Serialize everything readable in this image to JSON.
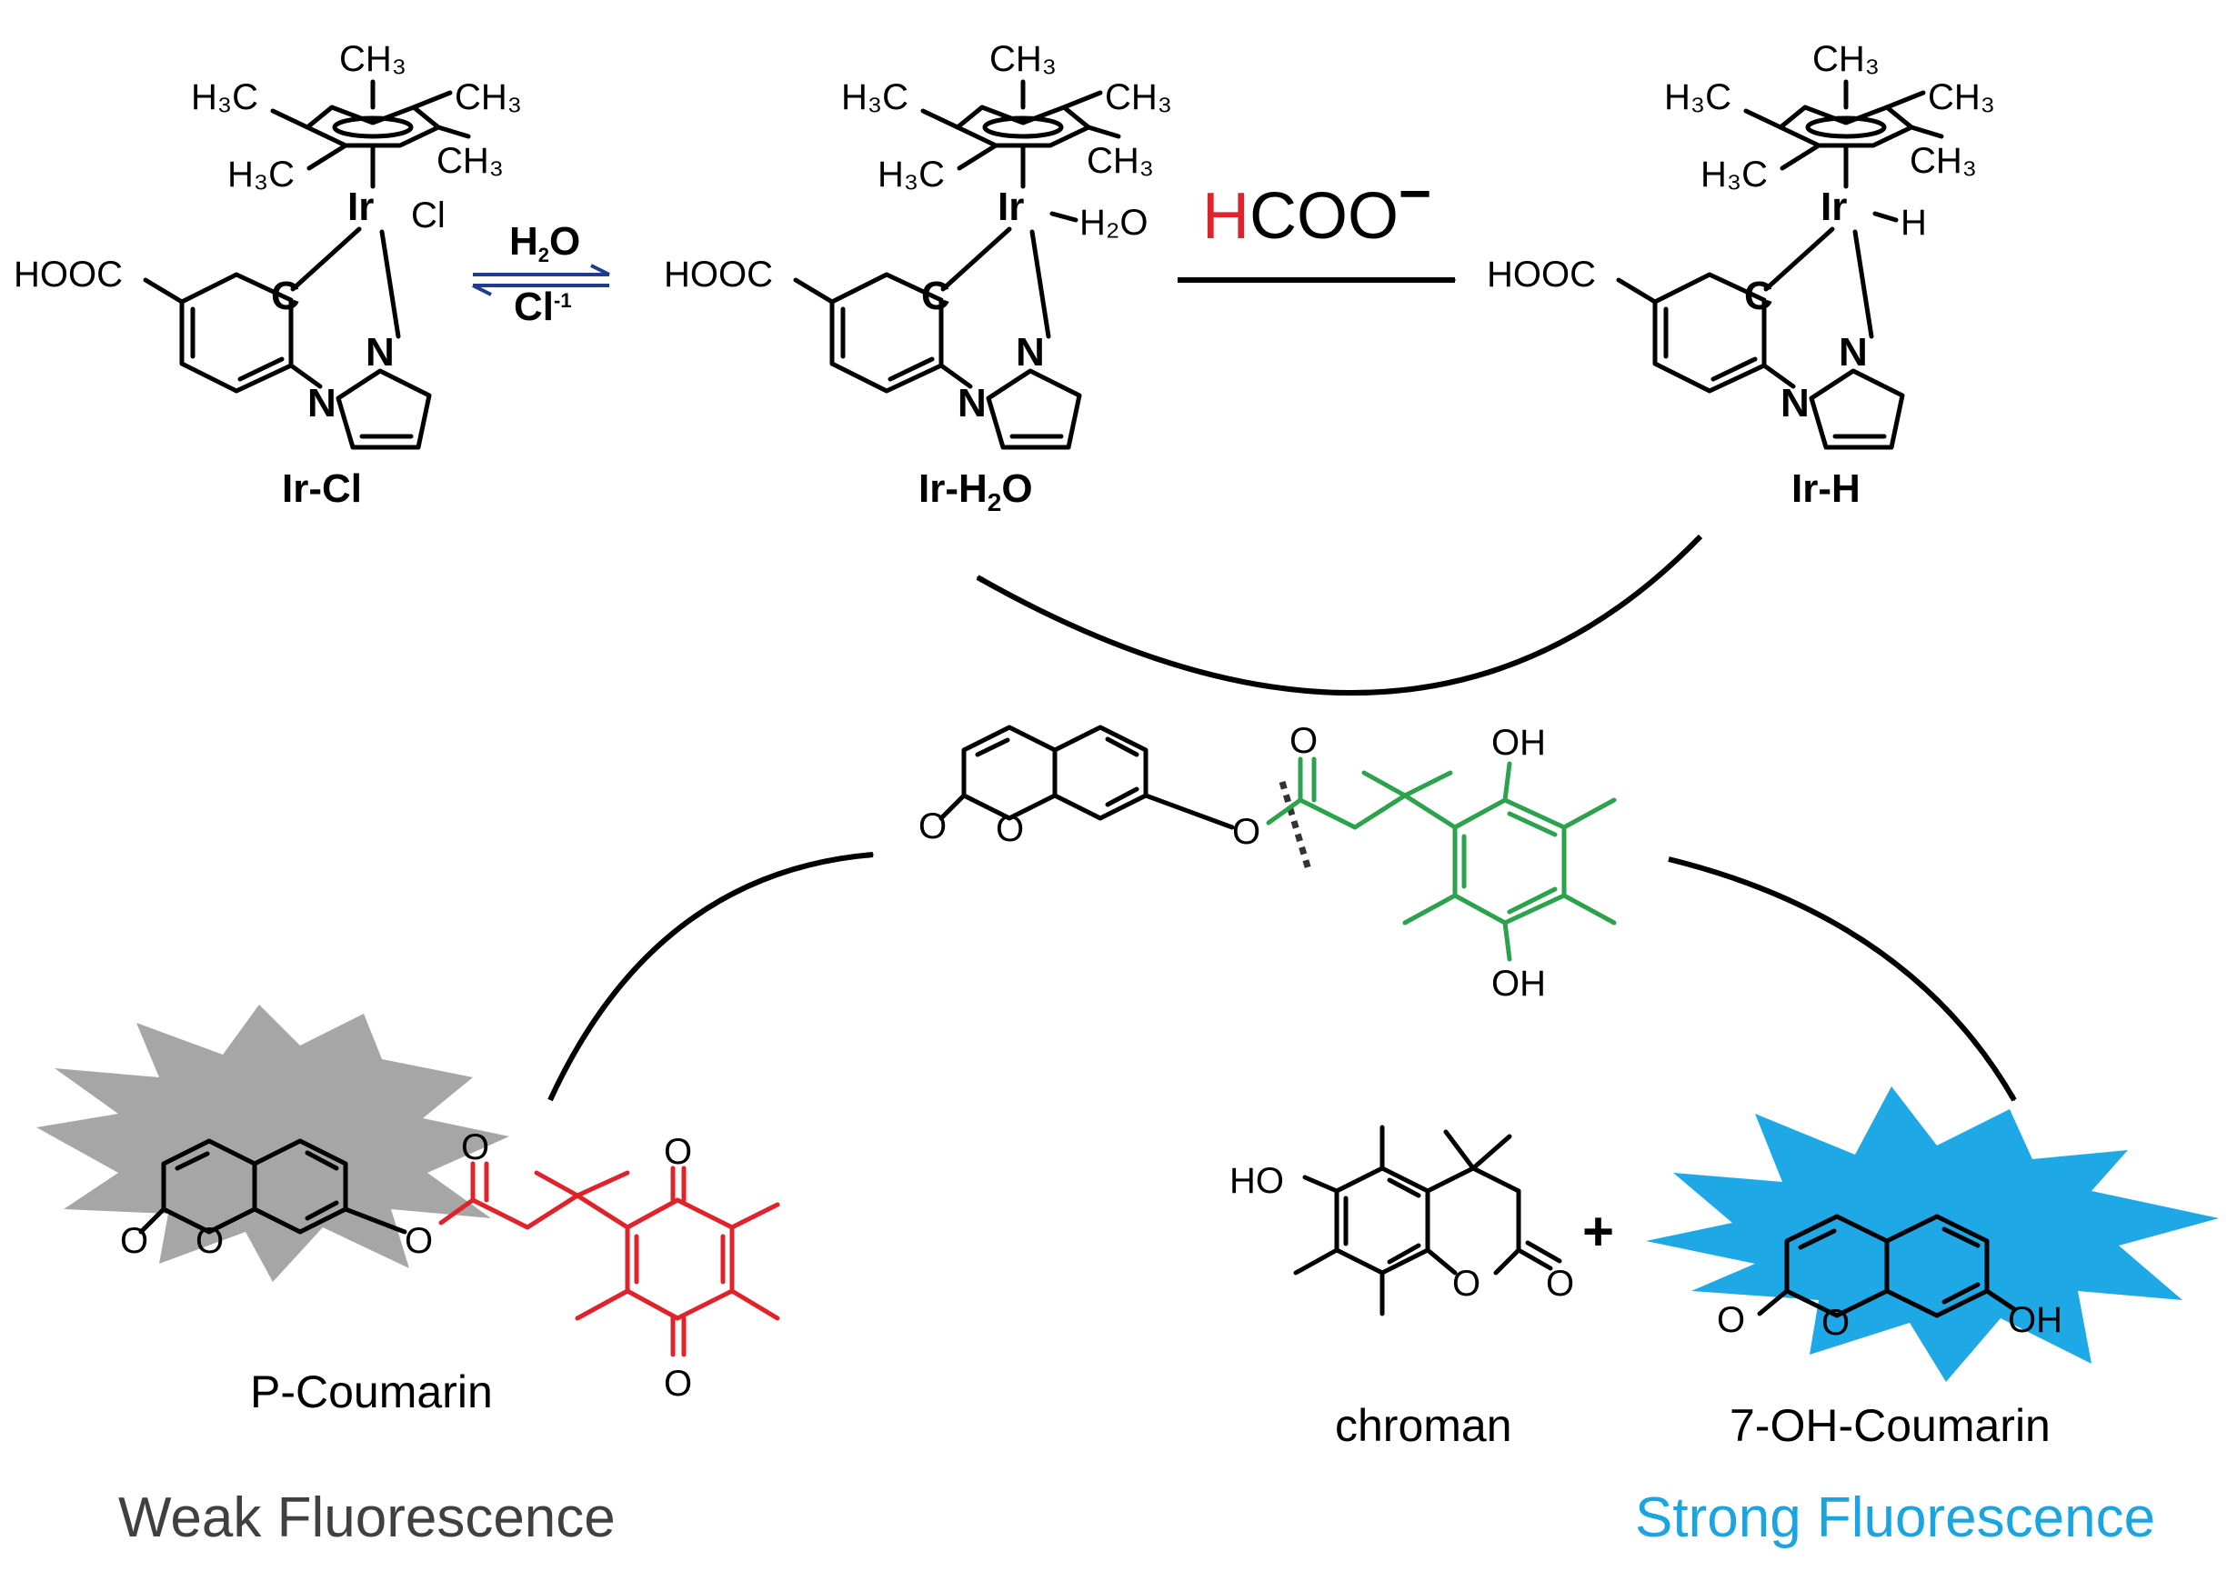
{
  "colors": {
    "iridium": "#d6247c",
    "nitrogen": "#2ca24c",
    "chloride": "#1aa4e0",
    "hydride": "#e0232b",
    "water": "#e0232b",
    "phenol_fragment": "#2ca24c",
    "quinone_fragment": "#e0232b",
    "weak_glow": "#a6a6a6",
    "strong_glow": "#1ea8e6",
    "weak_label": "#404040",
    "strong_label": "#1aa4e0",
    "equilibrium_arrow": "#1f3d8f"
  },
  "catalysts": [
    {
      "id": "ir-cl",
      "name": "Ir-Cl",
      "ligand": "Cl",
      "ligand_color_key": "chloride"
    },
    {
      "id": "ir-h2o",
      "name_main": "Ir-H",
      "name_sub": "2",
      "name_tail": "O",
      "ligand": "H₂O",
      "ligand_color_key": "water"
    },
    {
      "id": "ir-h",
      "name": "Ir-H",
      "ligand": "H",
      "ligand_color_key": "hydride"
    }
  ],
  "atoms": {
    "metal": "Ir",
    "carbon": "C",
    "nitrogen": "N",
    "acid": "HOOC",
    "methyl": "CH₃",
    "methyl_left": "H₃C",
    "oxygen": "O",
    "hydroxyl": "OH",
    "hydroxyl_left": "HO"
  },
  "equilibrium": {
    "top_main": "H",
    "top_sub": "2",
    "top_tail": "O",
    "bottom_main": "Cl",
    "bottom_sup": "-1"
  },
  "formate": {
    "h": "H",
    "rest": "COO",
    "charge": "−"
  },
  "molecules": {
    "substrate": "P-Coumarin",
    "product_a": "chroman",
    "plus": "+",
    "product_b": "7-OH-Coumarin"
  },
  "fluorescence": {
    "weak": "Weak Fluorescence",
    "strong": "Strong Fluorescence"
  }
}
